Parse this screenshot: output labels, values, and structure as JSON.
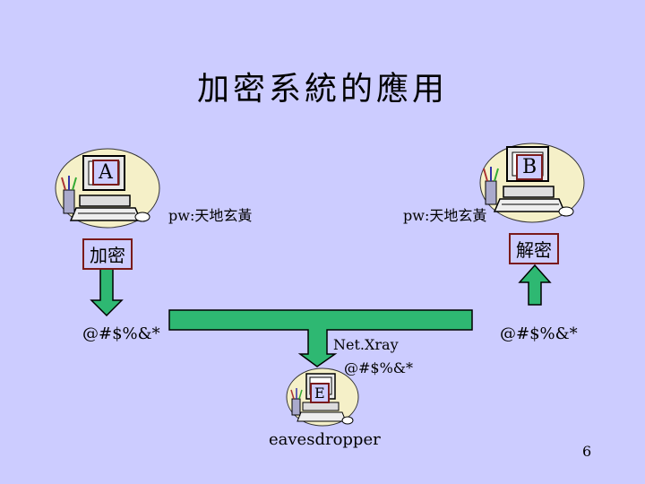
{
  "slide": {
    "title": "加密系統的應用",
    "page_number": "6"
  },
  "computers": {
    "a": {
      "letter": "A"
    },
    "b": {
      "letter": "B"
    },
    "e": {
      "letter": "E"
    }
  },
  "password_a": "pw:天地玄黃",
  "password_b": "pw:天地玄黃",
  "encrypt_label": "加密",
  "decrypt_label": "解密",
  "cipher_left": "@#$%&*",
  "cipher_right": "@#$%&*",
  "cipher_eavesdrop": "@#$%&*",
  "tool_name": "Net.Xray",
  "eavesdropper_label": "eavesdropper",
  "colors": {
    "background": "#ccccff",
    "arrow_fill": "#2eb872",
    "label_border": "#7a1a1a",
    "clipart_fill": "#f5f0c8"
  }
}
